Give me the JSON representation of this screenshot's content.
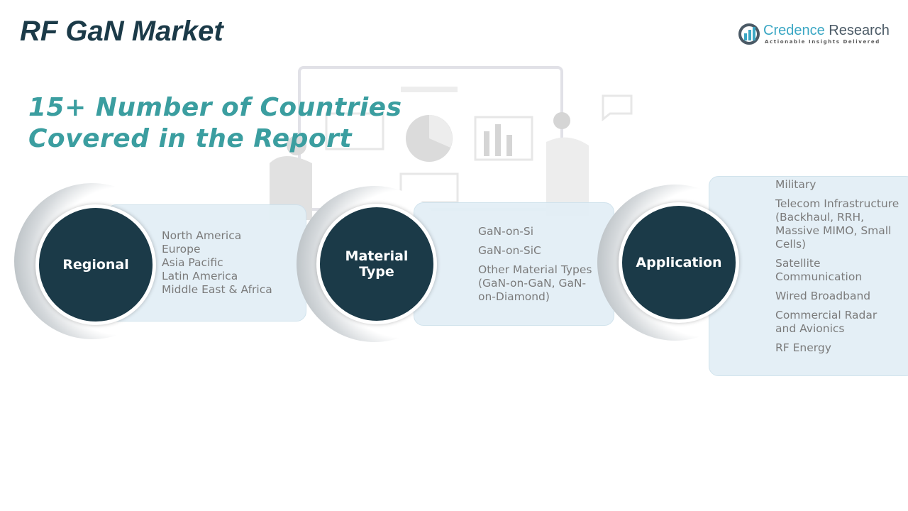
{
  "title": "RF GaN Market",
  "subtitle_line1": "15+ Number of Countries",
  "subtitle_line2": "Covered in the Report",
  "logo": {
    "name_a": "Credence",
    "name_b": " Research",
    "tagline": "Actionable Insights Delivered"
  },
  "segments": [
    {
      "label": "Regional",
      "items": [
        "North America",
        "Europe",
        "Asia Pacific",
        "Latin America",
        "Middle East & Africa"
      ]
    },
    {
      "label_line1": "Material",
      "label_line2": "Type",
      "items": [
        "GaN-on-Si",
        "GaN-on-SiC",
        "Other Material Types\n(GaN-on-GaN, GaN-\non-Diamond)"
      ]
    },
    {
      "label": "Application",
      "items": [
        "Military",
        "Telecom Infrastructure\n(Backhaul, RRH,\nMassive MIMO, Small\nCells)",
        "Satellite\nCommunication",
        "Wired Broadband",
        "Commercial Radar\nand Avionics",
        "RF Energy"
      ]
    }
  ],
  "colors": {
    "dark": "#1b3a48",
    "teal": "#3b9ea0",
    "panel": "#e3eff6"
  }
}
